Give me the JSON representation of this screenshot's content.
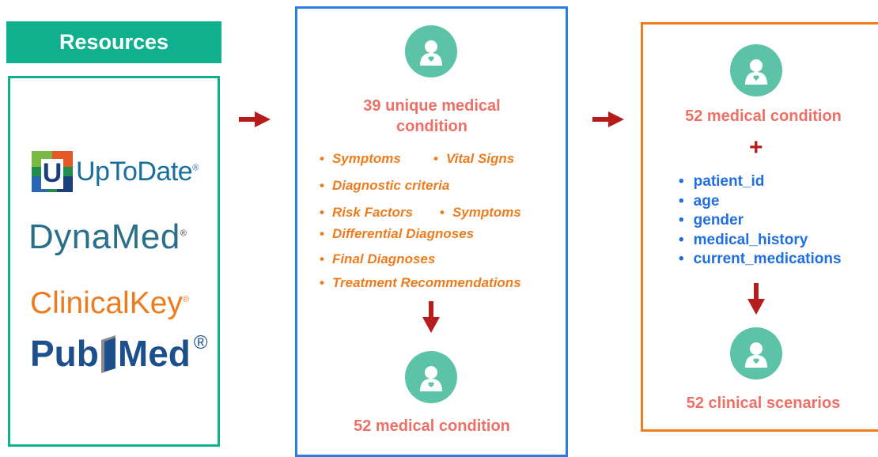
{
  "resources": {
    "header": "Resources",
    "logos": {
      "uptodate": {
        "text": "UpToDate",
        "reg": "®",
        "badge_letter": "U"
      },
      "dynamed": {
        "text": "DynaMed",
        "reg": "®"
      },
      "clinicalkey": {
        "text": "ClinicalKey",
        "reg": "®"
      },
      "pubmed": {
        "left": "Pub",
        "right": "Med",
        "reg": "®"
      }
    }
  },
  "middle": {
    "title_line1": "39 unique medical",
    "title_line2": "condition",
    "items": {
      "symptoms": "Symptoms",
      "vital_signs": "Vital Signs",
      "diagnostic_criteria": "Diagnostic criteria",
      "risk_factors": "Risk Factors",
      "symptoms2": "Symptoms",
      "differential": "Differential Diagnoses",
      "final": "Final Diagnoses",
      "treatment": "Treatment Recommendations"
    },
    "bottom_label": "52 medical condition"
  },
  "right": {
    "top_label": "52 medical condition",
    "plus": "+",
    "fields": [
      "patient_id",
      "age",
      "gender",
      "medical_history",
      "current_medications"
    ],
    "bottom_label": "52 clinical scenarios"
  },
  "colors": {
    "green": "#10b08f",
    "icon_green": "#5cc3a8",
    "blue_border": "#2a7de1",
    "orange_border": "#ec7c1e",
    "arrow_red": "#b71c1c",
    "title_red": "#ec7066",
    "list_blue": "#1f6fe0"
  },
  "icons": {
    "person": "person-heart-icon",
    "arrow": "arrow-icon"
  }
}
